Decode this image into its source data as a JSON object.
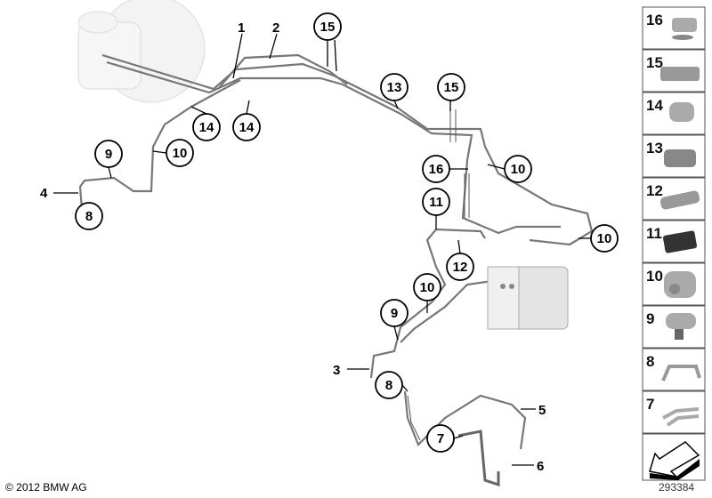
{
  "diagram": {
    "callouts": {
      "c1": "1",
      "c2": "2",
      "c3": "3",
      "c4": "4",
      "c5": "5",
      "c6": "6",
      "c15a": "15",
      "c15b": "15",
      "c13": "13",
      "c14a": "14",
      "c14b": "14",
      "c9a": "9",
      "c9b": "9",
      "c10a": "10",
      "c10b": "10",
      "c10c": "10",
      "c10d": "10",
      "c8a": "8",
      "c8b": "8",
      "c16": "16",
      "c11": "11",
      "c12": "12",
      "c7": "7"
    },
    "parts_panel": [
      "16",
      "15",
      "14",
      "13",
      "12",
      "11",
      "10",
      "9",
      "8",
      "7"
    ]
  },
  "footer": {
    "copyright": "© 2012 BMW AG",
    "diagram_number": "293384"
  }
}
